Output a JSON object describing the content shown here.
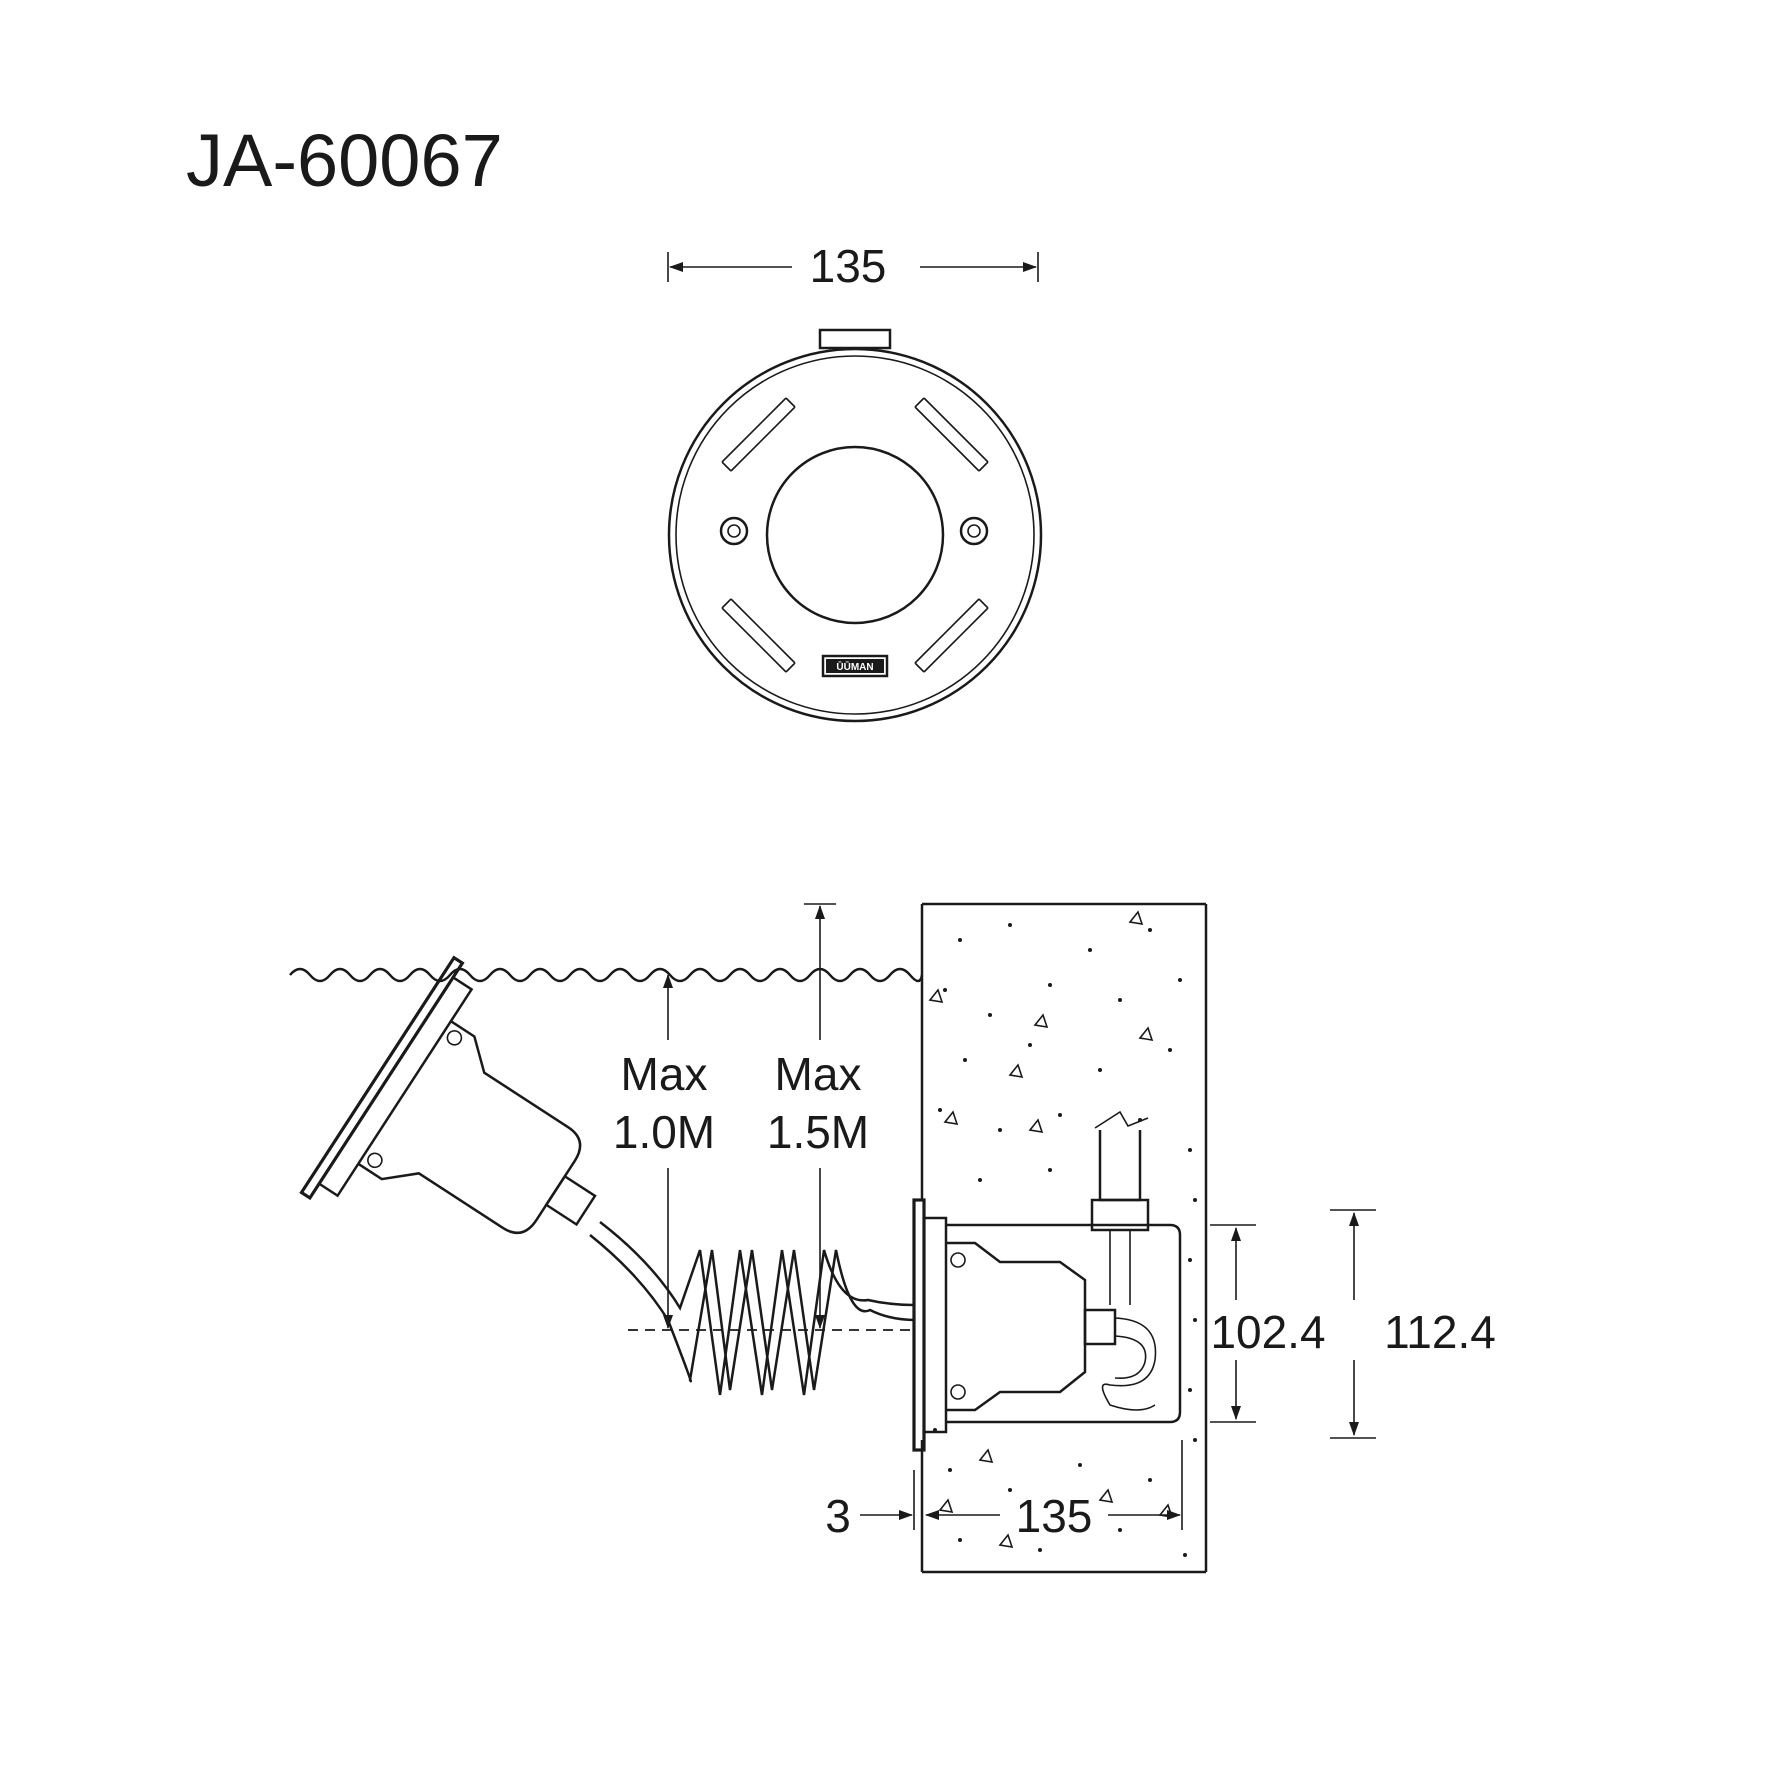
{
  "model": "JA-60067",
  "top_view": {
    "width_label": "135",
    "logo_plate_text": "ŪŪMAN"
  },
  "side_view": {
    "depth_1": {
      "line1": "Max",
      "line2": "1.0M"
    },
    "depth_2": {
      "line1": "Max",
      "line2": "1.5M"
    },
    "flange_thickness": "3",
    "body_length": "135",
    "inner_height": "102.4",
    "outer_height": "112.4"
  },
  "colors": {
    "line": "#1a1a1a",
    "background": "#ffffff"
  }
}
